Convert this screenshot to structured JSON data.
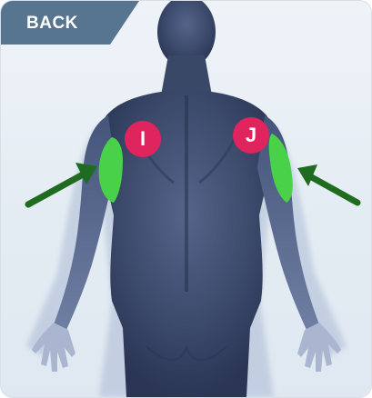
{
  "header": {
    "back_label": "BACK"
  },
  "markers": [
    {
      "id": "I",
      "label": "I"
    },
    {
      "id": "J",
      "label": "J"
    }
  ],
  "colors": {
    "tab": "#577590",
    "badge": "#e0245e",
    "highlight": "#49d14a",
    "arrow": "#1f6b1f",
    "body": "#3f4d6e"
  },
  "icons": [
    "human-back-figure",
    "arrow-right-icon",
    "arrow-left-icon"
  ]
}
